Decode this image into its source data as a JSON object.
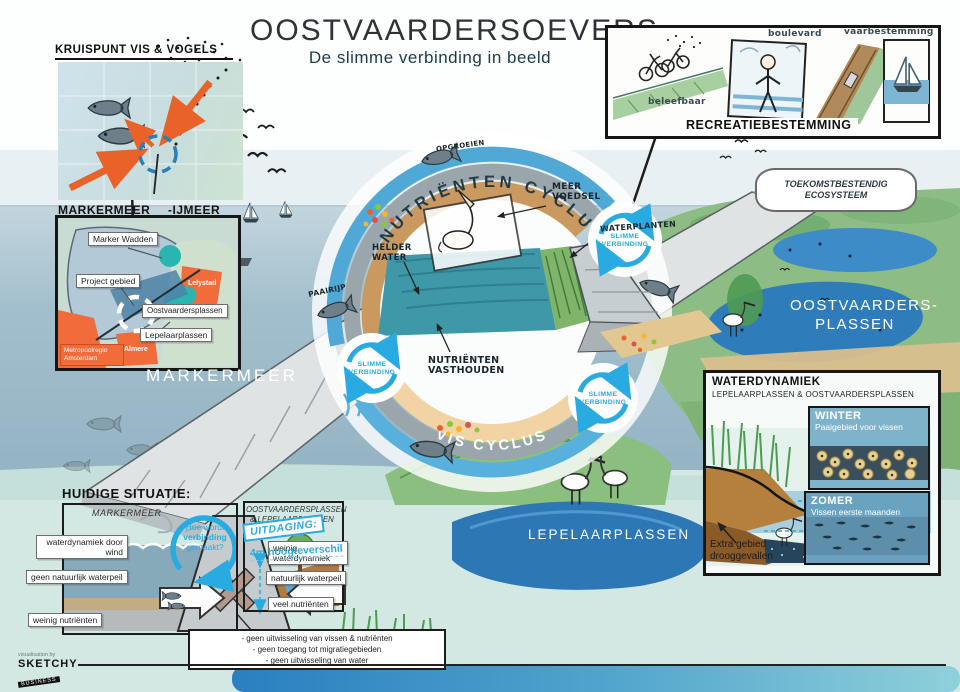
{
  "title": {
    "main": "OOSTVAARDERSOEVERS",
    "subtitle": "De slimme verbinding in beeld"
  },
  "colors": {
    "accent_blue": "#29abe2",
    "orange_arrow": "#e8622a",
    "arc_tan": "#c9995f",
    "arc_gray": "#9aa6ab",
    "deep_water": "#2e77b5",
    "map_orange": "#f26b3a",
    "map_teal": "#2ab5b0"
  },
  "kruispunt": {
    "title": "KRUISPUNT VIS & VOGELS"
  },
  "map_panel": {
    "title_left": "MARKERMEER",
    "title_right": "-IJMEER",
    "marker_wadden": "Marker Wadden",
    "project_gebied": "Project gebied",
    "oostvaardersplassen": "Oostvaardersplassen",
    "lepelaarplassen": "Lepelaarplassen",
    "almere": "Almere",
    "lelystad": "Lelystad",
    "metropoolregio": "Metropoolregio Amsterdam"
  },
  "recreatie": {
    "title": "RECREATIEBESTEMMING",
    "beleefbaar": "beleefbaar",
    "boulevard": "boulevard",
    "vaarbestemming": "vaarbestemming"
  },
  "cycle": {
    "top_arc": "NUTRIËNTEN CYCLUS",
    "bottom_arc": "VIS CYCLUS",
    "node_line1": "SLIMME",
    "node_line2": "VERBINDING",
    "opgroeien": "OPGROEIEN",
    "meer_voedsel": "MEER VOEDSEL",
    "waterplanten": "WATERPLANTEN",
    "helder_water": "HELDER WATER",
    "paairijp": "PAAIRIJP",
    "nutrienten_vasthouden": "NUTRIËNTEN VASTHOUDEN"
  },
  "regions": {
    "markermeer": "MARKERMEER",
    "oostvaardersplassen": "OOSTVAARDERS-PLASSEN",
    "lepelaarplassen": "LEPELAARPLASSEN",
    "ecosysteem": "TOEKOMSTBESTENDIG ECOSYSTEEM"
  },
  "waterdynamiek": {
    "title": "WATERDYNAMIEK",
    "subtitle": "LEPELAARPLASSEN & OOSTVAARDERSPLASSEN",
    "winter_title": "WINTER",
    "winter_text": "Paaigebied voor vissen",
    "zomer_title": "ZOMER",
    "zomer_text": "Vissen eerste maanden",
    "extra_gebied": "Extra gebied drooggevallen"
  },
  "huidige": {
    "title": "HUIDIGE SITUATIE:",
    "col_left": "MARKERMEER",
    "col_right": "OOSTVAARDERSPLASSEN & LEPELAARPLASSEN",
    "left_labels": [
      "waterdynamiek door wind",
      "geen natuurlijk waterpeil",
      "weinig nutriënten"
    ],
    "right_labels": [
      "weinig waterdynamiek",
      "natuurlijk waterpeil",
      "veel nutriënten"
    ],
    "question_line1": "Hoe wordt",
    "question_line2": "verbinding",
    "question_line3": "gemaakt?",
    "uitdaging": "UITDAGING:",
    "hoogteverschil": "4m hoogteverschil",
    "notes": [
      "- geen uitwisseling van vissen & nutriënten",
      "- geen toegang tot migratiegebieden",
      "- geen uitwisseling van water"
    ]
  },
  "credit": {
    "prefix": "visualisation by",
    "name": "SKETCHY",
    "suffix": "BUSINESS"
  }
}
